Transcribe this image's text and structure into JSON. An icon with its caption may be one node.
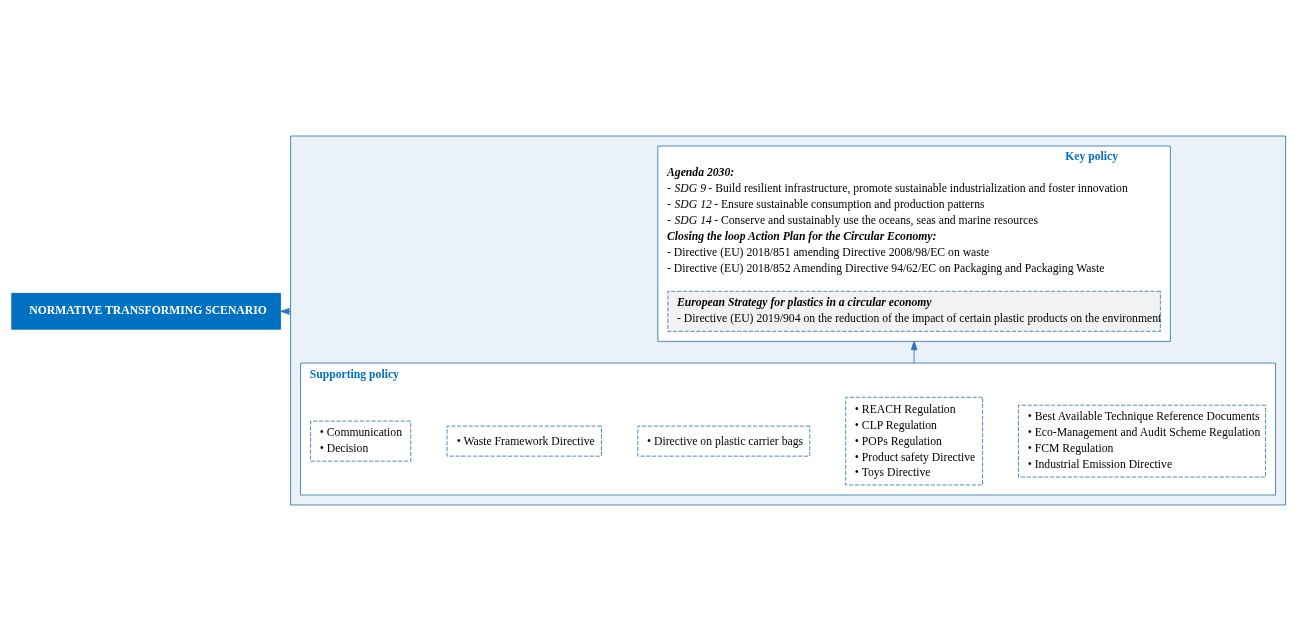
{
  "diagram": {
    "nodes": [
      {
        "text": [
          "NORMATIVE TRANSFORMING SCENARIO"
        ]
      },
      {
        "text": [],
        "shape": "box"
      },
      {
        "text": [
          "Key policy",
          "Agenda 2030:",
          "- *SDG 9* - Build resilient infrastructure, promote sustainable industrialization and foster innovation",
          "- *SDG 12* - Ensure sustainable consumption and production patterns",
          "- *SDG 14* - Conserve and sustainably use the oceans, seas and marine resources",
          "Closing the loop Action Plan for the Circular Economy:",
          "- Directive (EU) 2018/851 amending Directive 2008/98/EC on waste",
          "- Directive (EU) 2018/852 Amending Directive 94/62/EC on Packaging and Packaging Waste"
        ],
        "in": 1
      },
      {
        "text": [
          "European Strategy for plastics in a circular economy",
          "- Directive (EU) 2019/904 on the reduction of the impact of certain plastic products on the environment"
        ],
        "in": 2
      },
      {
        "text": [
          "Supporting policy"
        ],
        "in": 1
      },
      {
        "text": [
          "• Best Available Technique Reference Documents",
          "• Eco-Management and Audit Scheme Regulation",
          "• FCM Regulation",
          "• Industrial Emission Directive"
        ],
        "in": 4
      },
      {
        "text": [
          "• REACH Regulation",
          "• CLP Regulation",
          "• POPs Regulation",
          "• Product safety Directive",
          "• Toys Directive"
        ],
        "in": 4
      },
      {
        "text": [
          "• Directive on plastic carrier bags"
        ],
        "in": 4
      },
      {
        "text": [
          "• Waste Framework Directive"
        ],
        "in": 4
      },
      {
        "text": [
          "• Communication",
          "• Decision"
        ],
        "in": 4
      }
    ],
    "edges": [
      {
        "from": 4,
        "to": 2,
        "arrow": "to"
      },
      {
        "from": 1,
        "to": 0,
        "arrow": "to"
      }
    ]
  }
}
